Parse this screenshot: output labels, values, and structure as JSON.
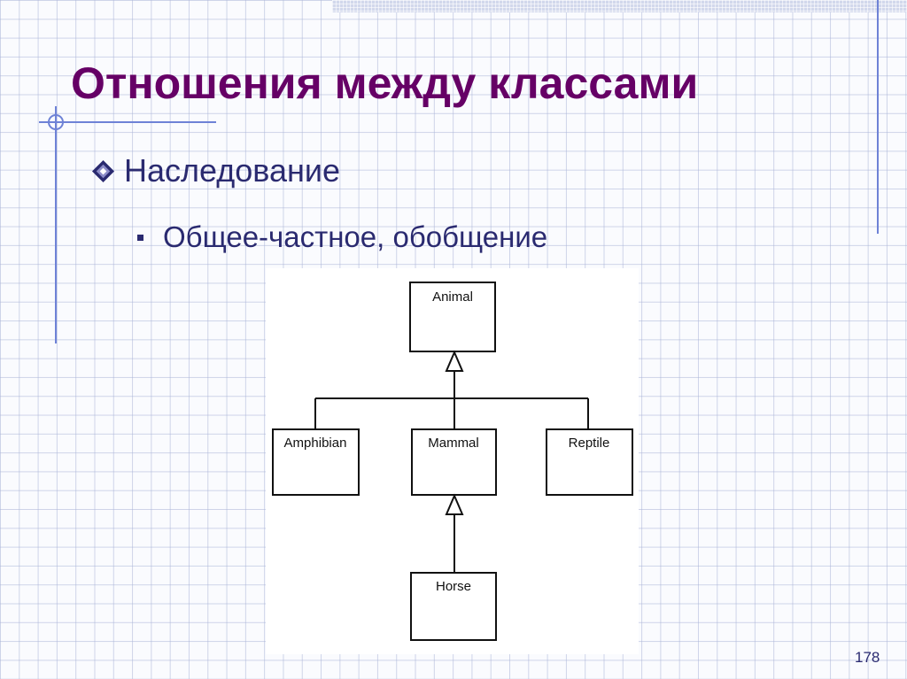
{
  "slide": {
    "title": "Отношения между классами",
    "bullets": [
      {
        "level": 1,
        "text": "Наследование",
        "icon": "diamond-bullet-icon"
      },
      {
        "level": 2,
        "text": "Общее-частное, обобщение",
        "icon": "square-bullet-icon"
      }
    ],
    "page_number": "178"
  },
  "diagram": {
    "classes": {
      "animal": "Animal",
      "amphibian": "Amphibian",
      "mammal": "Mammal",
      "reptile": "Reptile",
      "horse": "Horse"
    },
    "relations": [
      {
        "child": "Amphibian",
        "parent": "Animal",
        "type": "generalization"
      },
      {
        "child": "Mammal",
        "parent": "Animal",
        "type": "generalization"
      },
      {
        "child": "Reptile",
        "parent": "Animal",
        "type": "generalization"
      },
      {
        "child": "Horse",
        "parent": "Mammal",
        "type": "generalization"
      }
    ]
  },
  "colors": {
    "title": "#660066",
    "body_text": "#2a2a70",
    "accent_lines": "#6e82d6",
    "grid": "#aab4d7",
    "background": "#fafbfe"
  }
}
